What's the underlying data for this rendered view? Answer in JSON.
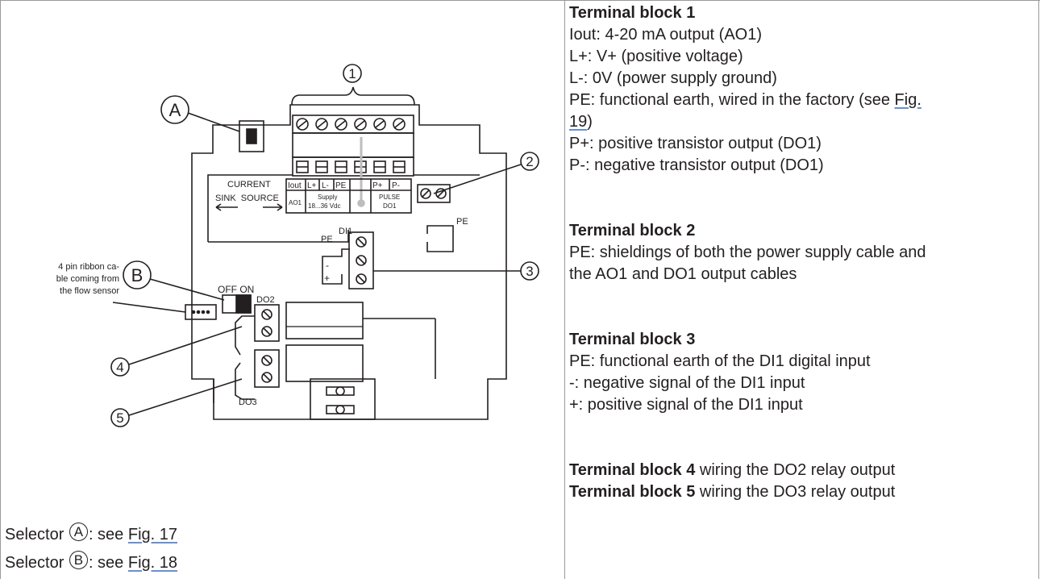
{
  "diagram": {
    "callouts": {
      "c1": "1",
      "c2": "2",
      "c3": "3",
      "c4": "4",
      "c5": "5",
      "a": "A",
      "b": "B"
    },
    "terminal_labels": {
      "current": "CURRENT",
      "sink_source": "SINK  SOURCE",
      "iout": "Iout",
      "lplus": "L+",
      "lminus": "L-",
      "pe": "PE",
      "pplus": "P+",
      "pminus": "P-",
      "ao1": "AO1",
      "supply": "Supply",
      "supply_range": "18...36 Vdc",
      "pulse": "PULSE",
      "do1": "DO1",
      "pe_right": "PE",
      "pe_di": "PE",
      "di1": "DI1",
      "minus": "-",
      "plus": "+",
      "off_on": "OFF ON",
      "do2": "DO2",
      "do3": "DO3"
    },
    "ribbon_note": [
      "4 pin ribbon ca-",
      "ble coming from",
      "the flow sensor"
    ]
  },
  "selectors": {
    "a_prefix": "Selector",
    "a_letter": "A",
    "a_text": ": see",
    "a_link": "Fig. 17",
    "b_prefix": "Selector",
    "b_letter": "B",
    "b_text": ": see",
    "b_link": "Fig. 18"
  },
  "blocks": {
    "tb1": {
      "title": "Terminal block 1",
      "lines": [
        "Iout: 4-20 mA output (AO1)",
        "L+: V+ (positive voltage)",
        "L-: 0V (power supply ground)"
      ],
      "pe_text": "PE: functional earth, wired in the factory (see",
      "pe_link_a": "Fig.",
      "pe_link_b": "19",
      "pe_close": ")",
      "lines2": [
        "P+: positive transistor output (DO1)",
        "P-: negative transistor output (DO1)"
      ]
    },
    "tb2": {
      "title": "Terminal block 2",
      "lines": [
        "PE: shieldings of both the power supply cable and",
        "the AO1 and DO1 output cables"
      ]
    },
    "tb3": {
      "title": "Terminal block 3",
      "lines": [
        "PE: functional earth of the DI1 digital input",
        "-:  negative signal of the DI1 input",
        "+: positive signal of the DI1 input"
      ]
    },
    "tb4": {
      "title": "Terminal block 4",
      "text": " wiring the DO2 relay output"
    },
    "tb5": {
      "title": "Terminal block 5",
      "text": " wiring the DO3 relay output"
    }
  }
}
